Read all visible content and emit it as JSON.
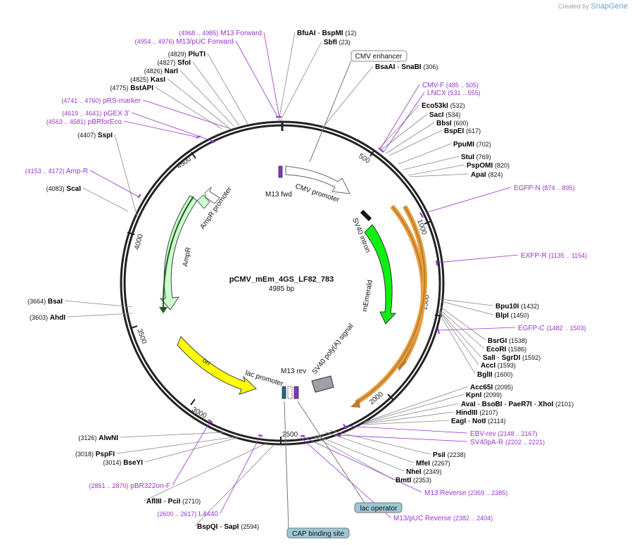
{
  "brand": {
    "created_by": "Created by",
    "name": "SnapGene"
  },
  "plasmid": {
    "name": "pCMV_mEm_4GS_LF82_783",
    "size_label": "4985 bp",
    "length": 4985
  },
  "colors": {
    "primer": "#9933cc",
    "site": "#000000",
    "number": "#000000",
    "ring": "#222222"
  },
  "ticks": [
    "500",
    "1000",
    "1500",
    "2000",
    "2500",
    "3000",
    "3500",
    "4000",
    "4500"
  ],
  "sites": [
    {
      "names": [
        {
          "t": "BfuAI"
        },
        {
          "t": " - "
        },
        {
          "t": "BspMI"
        }
      ],
      "pos": "(12)"
    },
    {
      "names": [
        {
          "t": "SbfI"
        }
      ],
      "pos": "(23)"
    },
    {
      "names": [
        {
          "t": "BsaAI"
        },
        {
          "t": " - "
        },
        {
          "t": "SnaBI"
        }
      ],
      "pos": "(306)"
    },
    {
      "names": [
        {
          "t": "Eco53kI"
        }
      ],
      "pos": "(532)"
    },
    {
      "names": [
        {
          "t": "SacI"
        }
      ],
      "pos": "(534)"
    },
    {
      "names": [
        {
          "t": "BbsI"
        }
      ],
      "pos": "(600)"
    },
    {
      "names": [
        {
          "t": "BspEI"
        }
      ],
      "pos": "(617)"
    },
    {
      "names": [
        {
          "t": "PpuMI"
        }
      ],
      "pos": "(702)"
    },
    {
      "names": [
        {
          "t": "StuI"
        }
      ],
      "pos": "(769)"
    },
    {
      "names": [
        {
          "t": "PspOMI"
        }
      ],
      "pos": "(820)"
    },
    {
      "names": [
        {
          "t": "ApaI"
        }
      ],
      "pos": "(824)"
    },
    {
      "names": [
        {
          "t": "Bpu10I"
        }
      ],
      "pos": "(1432)"
    },
    {
      "names": [
        {
          "t": "BlpI"
        }
      ],
      "pos": "(1450)"
    },
    {
      "names": [
        {
          "t": "BsrGI"
        }
      ],
      "pos": "(1538)"
    },
    {
      "names": [
        {
          "t": "EcoRI"
        }
      ],
      "pos": "(1586)"
    },
    {
      "names": [
        {
          "t": "SalI"
        },
        {
          "t": " - "
        },
        {
          "t": "SgrDI"
        }
      ],
      "pos": "(1592)"
    },
    {
      "names": [
        {
          "t": "AccI"
        }
      ],
      "pos": "(1593)"
    },
    {
      "names": [
        {
          "t": "BglII"
        }
      ],
      "pos": "(1600)"
    },
    {
      "names": [
        {
          "t": "Acc65I"
        }
      ],
      "pos": "(2095)"
    },
    {
      "names": [
        {
          "t": "KpnI"
        }
      ],
      "pos": "(2099)"
    },
    {
      "names": [
        {
          "t": "AvaI"
        },
        {
          "t": " - "
        },
        {
          "t": "BsoBI"
        },
        {
          "t": " - "
        },
        {
          "t": "PaeR7I"
        },
        {
          "t": " - "
        },
        {
          "t": "XhoI"
        }
      ],
      "pos": "(2101)"
    },
    {
      "names": [
        {
          "t": "HindIII"
        }
      ],
      "pos": "(2107)"
    },
    {
      "names": [
        {
          "t": "EagI"
        },
        {
          "t": " - "
        },
        {
          "t": "NotI"
        }
      ],
      "pos": "(2114)"
    },
    {
      "names": [
        {
          "t": "PsiI"
        }
      ],
      "pos": "(2238)"
    },
    {
      "names": [
        {
          "t": "MfeI"
        }
      ],
      "pos": "(2267)"
    },
    {
      "names": [
        {
          "t": "NheI"
        }
      ],
      "pos": "(2349)"
    },
    {
      "names": [
        {
          "t": "BmtI"
        }
      ],
      "pos": "(2353)"
    },
    {
      "names": [
        {
          "t": "BspQI"
        },
        {
          "t": " - "
        },
        {
          "t": "SapI"
        }
      ],
      "pos": "(2594)"
    },
    {
      "names": [
        {
          "t": "AflIII"
        },
        {
          "t": " - "
        },
        {
          "t": "PciI"
        }
      ],
      "pos": "(2710)"
    },
    {
      "names": [
        {
          "t": "BseYI"
        }
      ],
      "pos": "(3014)"
    },
    {
      "names": [
        {
          "t": "PspFI"
        }
      ],
      "pos": "(3018)"
    },
    {
      "names": [
        {
          "t": "AlwNI"
        }
      ],
      "pos": "(3126)"
    },
    {
      "names": [
        {
          "t": "AhdI"
        }
      ],
      "pos": "(3603)"
    },
    {
      "names": [
        {
          "t": "BsaI"
        }
      ],
      "pos": "(3664)"
    },
    {
      "names": [
        {
          "t": "ScaI"
        }
      ],
      "pos": "(4083)"
    },
    {
      "names": [
        {
          "t": "SspI"
        }
      ],
      "pos": "(4407)"
    },
    {
      "names": [
        {
          "t": "BstAPI"
        }
      ],
      "pos": "(4775)"
    },
    {
      "names": [
        {
          "t": "KasI"
        }
      ],
      "pos": "(4825)"
    },
    {
      "names": [
        {
          "t": "NarI"
        }
      ],
      "pos": "(4826)"
    },
    {
      "names": [
        {
          "t": "SfoI"
        }
      ],
      "pos": "(4827)"
    },
    {
      "names": [
        {
          "t": "PluTI"
        }
      ],
      "pos": "(4829)"
    }
  ],
  "primers": [
    {
      "name": "M13 Forward",
      "range": "(4968 .. 4985)"
    },
    {
      "name": "M13/pUC Forward",
      "range": "(4954 .. 4976)"
    },
    {
      "name": "CMV-F",
      "range": "(485 .. 505)"
    },
    {
      "name": "LNCX",
      "range": "(531 .. 555)"
    },
    {
      "name": "EGFP-N",
      "range": "(874 .. 895)"
    },
    {
      "name": "EXFP-R",
      "range": "(1135 .. 1154)"
    },
    {
      "name": "EGFP-C",
      "range": "(1482 .. 1503)"
    },
    {
      "name": "EBV-rev",
      "range": "(2148 .. 2167)"
    },
    {
      "name": "SV40pA-R",
      "range": "(2202 .. 2221)"
    },
    {
      "name": "M13 Reverse",
      "range": "(2369 .. 2385)"
    },
    {
      "name": "M13/pUC Reverse",
      "range": "(2382 .. 2404)"
    },
    {
      "name": "L4440",
      "range": "(2600 .. 2617)"
    },
    {
      "name": "pBR322ori-F",
      "range": "(2851 .. 2870)"
    },
    {
      "name": "Amp-R",
      "range": "(4153 .. 4172)"
    },
    {
      "name": "pBRforEco",
      "range": "(4563 .. 4581)"
    },
    {
      "name": "pGEX 3'",
      "range": "(4619 .. 4641)"
    },
    {
      "name": "pRS-marker",
      "range": "(4741 .. 4760)"
    }
  ],
  "boxed_features": {
    "cmv_enhancer": "CMV enhancer",
    "lac_operator": "lac operator",
    "cap_binding_site": "CAP binding site"
  },
  "features": {
    "m13_fwd": "M13 fwd",
    "cmv_promoter": "CMV promoter",
    "sv40_intron": "SV40 intron",
    "memerald": "mEmerald",
    "sv40_polya": "SV40 poly(A) signal",
    "m13_rev": "M13 rev",
    "lac_promoter": "lac promoter",
    "ori": "ori",
    "ampr": "AmpR",
    "ampr_promoter": "AmpR promoter"
  },
  "feature_colors": {
    "cmv": "#ffffff",
    "memerald": "#11ee11",
    "ampr": "#ccffcc",
    "ori": "#ffff00",
    "polya": "#a0a0a8",
    "orf_outline": "#e8a040",
    "primer_mark": "#9933cc"
  }
}
